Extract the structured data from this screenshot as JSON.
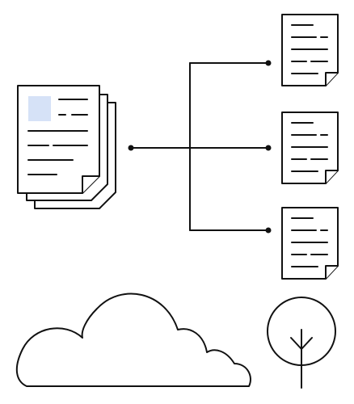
{
  "colors": {
    "stroke": "#111111",
    "paper": "#ffffff",
    "highlight": "#d6e2f7"
  },
  "source_document": {
    "icon": "document-stack-icon",
    "highlight_block": true,
    "pages_in_stack": 3
  },
  "split_documents": [
    {
      "icon": "document-icon"
    },
    {
      "icon": "document-icon"
    },
    {
      "icon": "document-icon"
    }
  ],
  "connector": {
    "icon": "branch-connector",
    "branches": 3
  },
  "decorations": {
    "cloud": {
      "icon": "cloud-icon"
    },
    "tree": {
      "icon": "tree-icon"
    }
  }
}
